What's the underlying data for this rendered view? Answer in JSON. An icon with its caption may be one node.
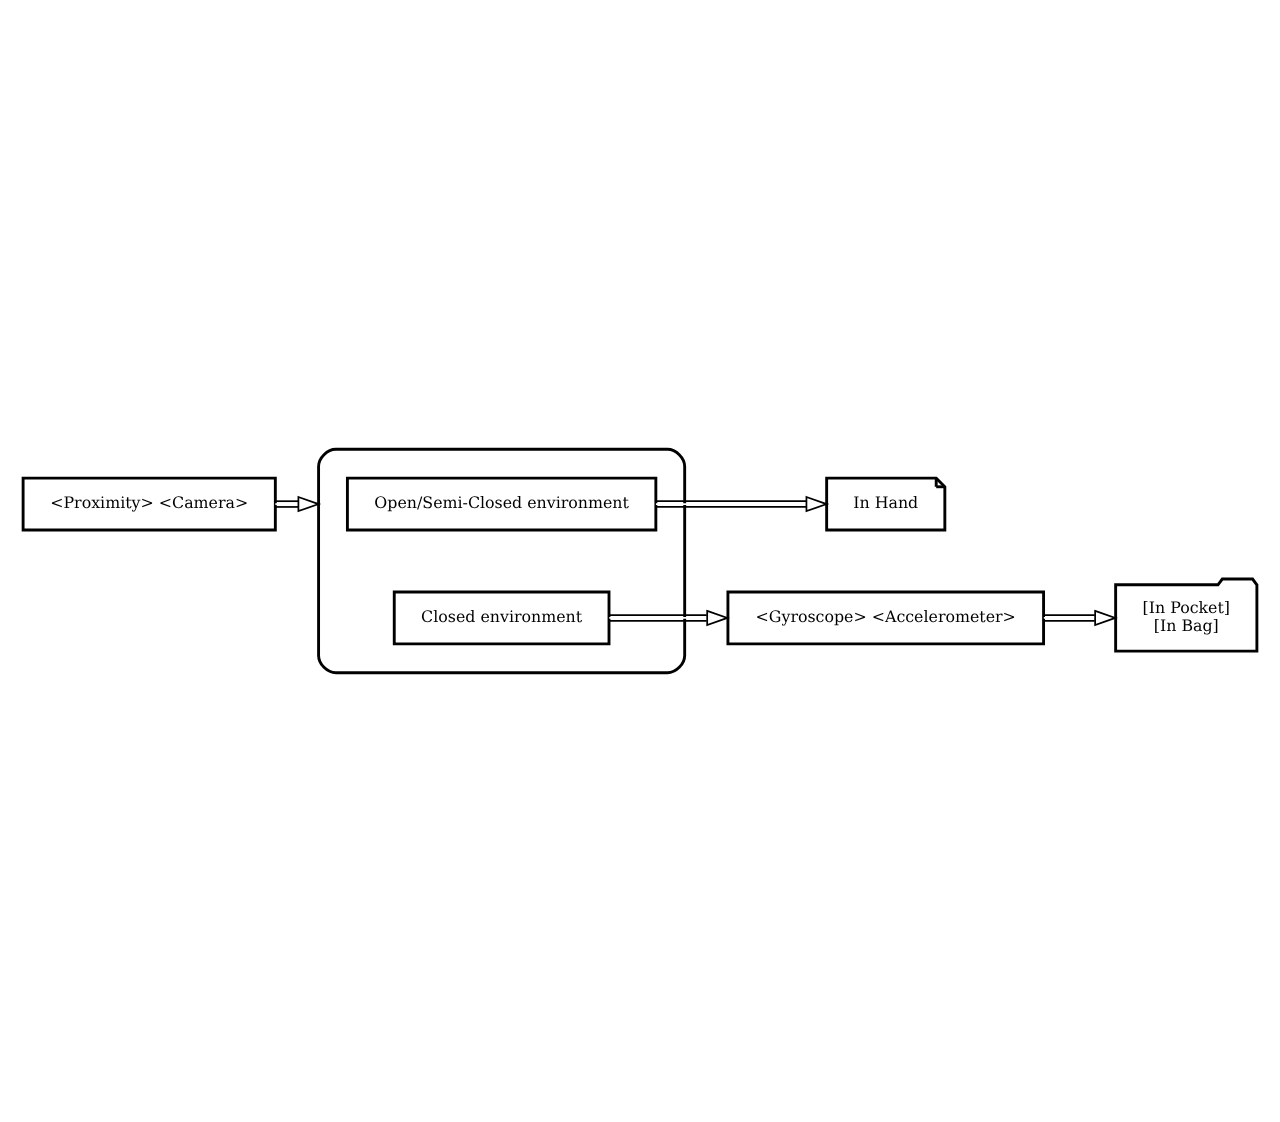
{
  "diagram": {
    "nodes": [
      {
        "text": [
          "<Proximity> <Camera>"
        ]
      },
      {
        "text": [],
        "shape": "box"
      },
      {
        "text": [
          "Open/Semi-Closed environment"
        ],
        "in": 1
      },
      {
        "text": [
          "Closed environment"
        ],
        "in": 1
      },
      {
        "text": [
          "In Hand"
        ]
      },
      {
        "text": [
          "<Gyroscope> <Accelerometer>"
        ]
      },
      {
        "text": [
          "[In Pocket]",
          "[In Bag]"
        ]
      }
    ],
    "edges": [
      {
        "from": 0,
        "to": 1,
        "arrow": "to"
      },
      {
        "from": 2,
        "to": 4,
        "arrow": "to"
      },
      {
        "from": 3,
        "to": 5,
        "arrow": "to"
      },
      {
        "from": 5,
        "to": 6,
        "arrow": "to"
      }
    ]
  }
}
